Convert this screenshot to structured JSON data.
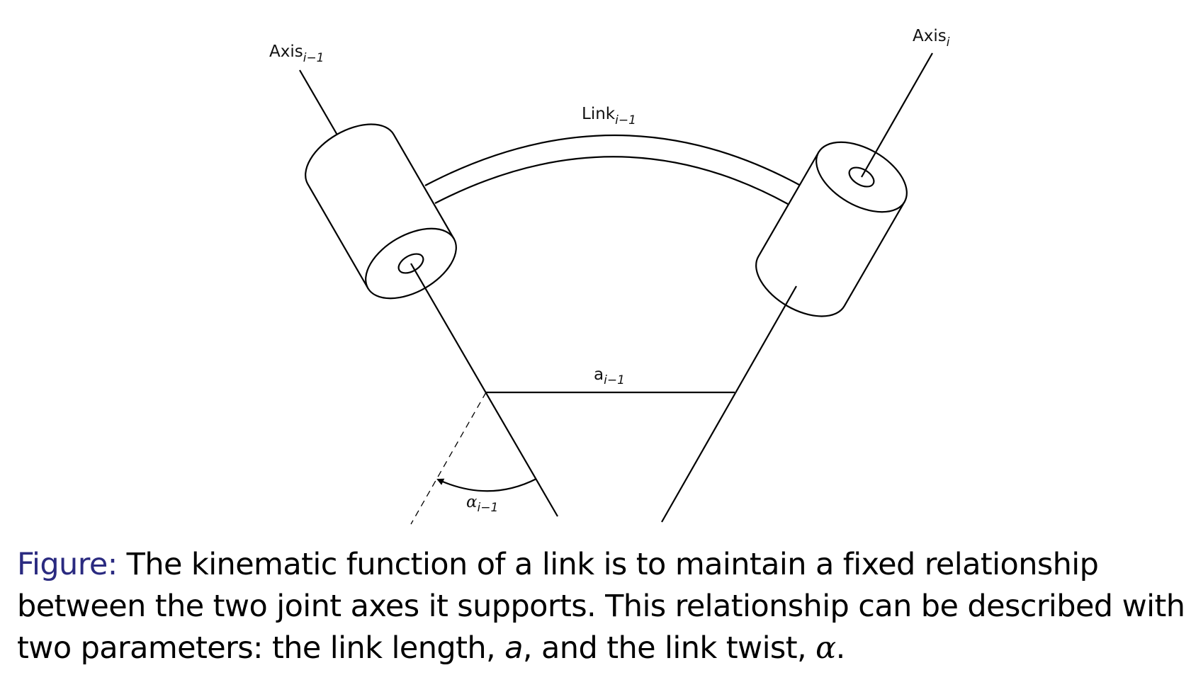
{
  "diagram": {
    "labels": {
      "axis_prev": {
        "base": "Axis",
        "sub": "i−1"
      },
      "axis_curr": {
        "base": "Axis",
        "sub": "i"
      },
      "link": {
        "base": "Link",
        "sub": "i−1"
      },
      "length": {
        "base": "a",
        "sub": "i−1"
      },
      "twist": {
        "base": "α",
        "sub": "i−1"
      }
    }
  },
  "caption": {
    "lead": "Figure:",
    "line1": " The kinematic function of a link is to maintain a fixed relationship",
    "line2": "between the two joint axes it supports.  This relationship can be described with",
    "line3_start": "two parameters:  the link length, ",
    "var_a": "a",
    "line3_mid": ", and the link twist, ",
    "var_alpha": "α",
    "line3_end": "."
  },
  "colors": {
    "caption_lead": "#2a2a80",
    "line": "#000000"
  }
}
